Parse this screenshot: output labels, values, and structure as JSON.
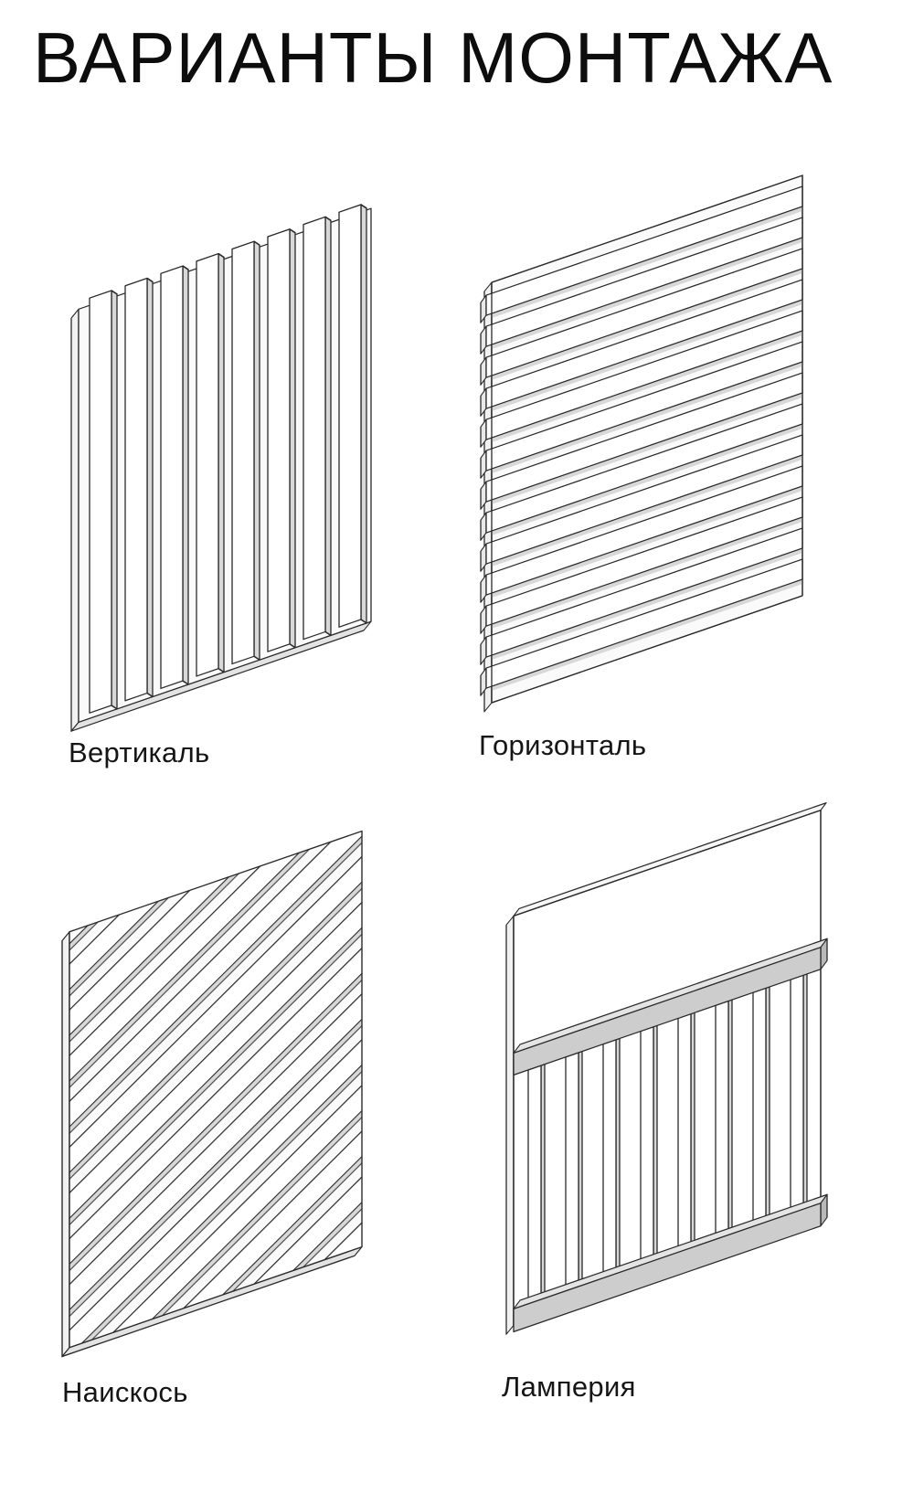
{
  "title": "ВАРИАНТЫ МОНТАЖА",
  "figures": [
    {
      "id": "vertical",
      "label": "Вертикаль",
      "illustration": "vertical-slats-panel"
    },
    {
      "id": "horizontal",
      "label": "Горизонталь",
      "illustration": "horizontal-slats-panel"
    },
    {
      "id": "diagonal",
      "label": "Наискось",
      "illustration": "diagonal-slats-panel"
    },
    {
      "id": "lamperia",
      "label": "Ламперия",
      "illustration": "wainscot-panel"
    }
  ],
  "colors": {
    "background": "#ffffff",
    "line": "#2a2a2a",
    "panel_face": "#fafafa",
    "slat_side_shade": "#d8d8d8",
    "rail_gray": "#cdcdcd",
    "text": "#151515"
  }
}
